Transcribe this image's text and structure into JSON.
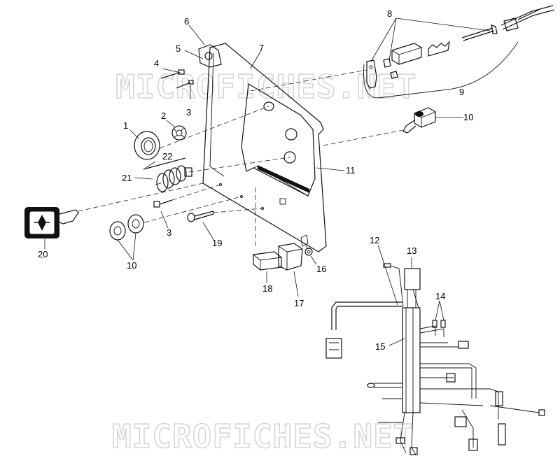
{
  "watermark": {
    "text": "MICROFICHES.NET"
  },
  "callouts": {
    "c1": "1",
    "c2": "2",
    "c3a": "3",
    "c3b": "3",
    "c4": "4",
    "c5": "5",
    "c6": "6",
    "c7": "7",
    "c8": "8",
    "c9": "9",
    "c10a": "10",
    "c10b": "10",
    "c11": "11",
    "c12": "12",
    "c13": "13",
    "c14": "14",
    "c15": "15",
    "c16": "16",
    "c17": "17",
    "c18": "18",
    "c19": "19",
    "c20": "20",
    "c21": "21",
    "c22": "22"
  }
}
